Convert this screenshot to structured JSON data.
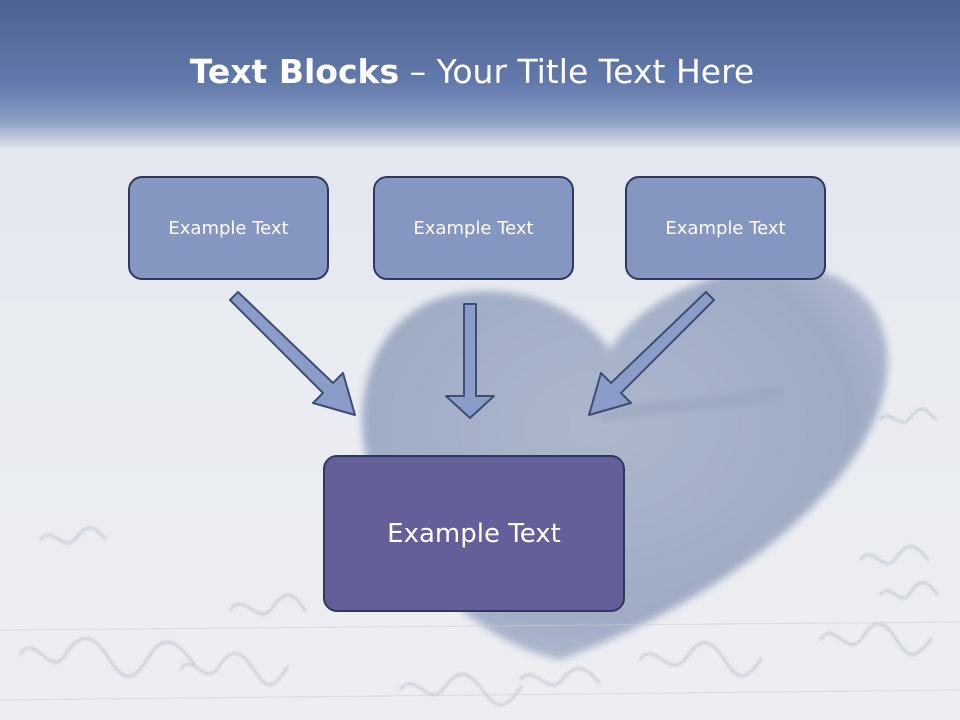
{
  "slide": {
    "title_bold": "Text Blocks",
    "title_rest": " – Your Title Text Here",
    "blocks": [
      "Example Text",
      "Example Text",
      "Example Text"
    ],
    "target": "Example Text"
  },
  "colors": {
    "header": "#5f76a8",
    "small_box_fill": "#8597c1",
    "target_box_fill": "#645f99",
    "box_border": "#2d3a5e",
    "arrow_fill": "#8a9cc7",
    "arrow_stroke": "#3e4d73"
  }
}
